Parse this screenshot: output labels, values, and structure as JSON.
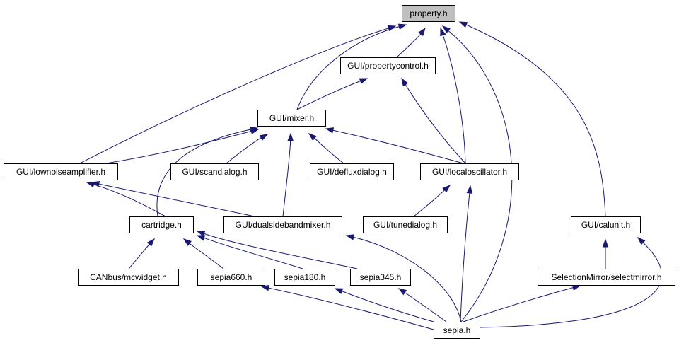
{
  "diagram": {
    "nodes": [
      {
        "id": "property",
        "label": "property.h"
      },
      {
        "id": "propertycontrol",
        "label": "GUI/propertycontrol.h"
      },
      {
        "id": "mixer",
        "label": "GUI/mixer.h"
      },
      {
        "id": "lownoiseamplifier",
        "label": "GUI/lownoiseamplifier.h"
      },
      {
        "id": "scandialog",
        "label": "GUI/scandialog.h"
      },
      {
        "id": "defluxdialog",
        "label": "GUI/defluxdialog.h"
      },
      {
        "id": "localoscillator",
        "label": "GUI/localoscillator.h"
      },
      {
        "id": "cartridge",
        "label": "cartridge.h"
      },
      {
        "id": "dualsidebandmixer",
        "label": "GUI/dualsidebandmixer.h"
      },
      {
        "id": "tunedialog",
        "label": "GUI/tunedialog.h"
      },
      {
        "id": "calunit",
        "label": "GUI/calunit.h"
      },
      {
        "id": "mcwidget",
        "label": "CANbus/mcwidget.h"
      },
      {
        "id": "sepia660",
        "label": "sepia660.h"
      },
      {
        "id": "sepia180",
        "label": "sepia180.h"
      },
      {
        "id": "sepia345",
        "label": "sepia345.h"
      },
      {
        "id": "selectmirror",
        "label": "SelectionMirror/selectmirror.h"
      },
      {
        "id": "sepia",
        "label": "sepia.h"
      }
    ],
    "edges": [
      {
        "from": "propertycontrol",
        "to": "property"
      },
      {
        "from": "mixer",
        "to": "property"
      },
      {
        "from": "lownoiseamplifier",
        "to": "property"
      },
      {
        "from": "localoscillator",
        "to": "property"
      },
      {
        "from": "sepia",
        "to": "property"
      },
      {
        "from": "calunit",
        "to": "property"
      },
      {
        "from": "mixer",
        "to": "propertycontrol"
      },
      {
        "from": "localoscillator",
        "to": "propertycontrol"
      },
      {
        "from": "lownoiseamplifier",
        "to": "mixer"
      },
      {
        "from": "cartridge",
        "to": "mixer"
      },
      {
        "from": "scandialog",
        "to": "mixer"
      },
      {
        "from": "dualsidebandmixer",
        "to": "mixer"
      },
      {
        "from": "defluxdialog",
        "to": "mixer"
      },
      {
        "from": "localoscillator",
        "to": "mixer"
      },
      {
        "from": "cartridge",
        "to": "lownoiseamplifier"
      },
      {
        "from": "dualsidebandmixer",
        "to": "lownoiseamplifier"
      },
      {
        "from": "tunedialog",
        "to": "localoscillator"
      },
      {
        "from": "sepia",
        "to": "localoscillator"
      },
      {
        "from": "mcwidget",
        "to": "cartridge"
      },
      {
        "from": "sepia660",
        "to": "cartridge"
      },
      {
        "from": "sepia180",
        "to": "cartridge"
      },
      {
        "from": "sepia345",
        "to": "cartridge"
      },
      {
        "from": "sepia",
        "to": "dualsidebandmixer"
      },
      {
        "from": "selectmirror",
        "to": "calunit"
      },
      {
        "from": "sepia",
        "to": "calunit"
      },
      {
        "from": "sepia",
        "to": "sepia660"
      },
      {
        "from": "sepia",
        "to": "sepia180"
      },
      {
        "from": "sepia",
        "to": "sepia345"
      },
      {
        "from": "sepia",
        "to": "selectmirror"
      }
    ],
    "colors": {
      "edge": "#191970",
      "root_fill": "#bfbfbf",
      "node_fill": "#ffffff",
      "border": "#000000"
    }
  }
}
